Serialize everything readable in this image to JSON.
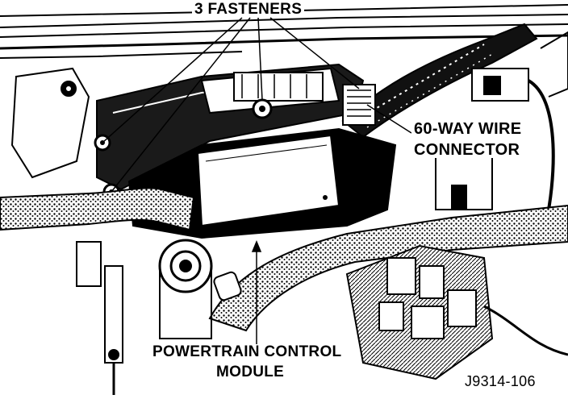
{
  "labels": {
    "fasteners": "3 FASTENERS",
    "connector_line1": "60-WAY WIRE",
    "connector_line2": "CONNECTOR",
    "pcm_line1": "POWERTRAIN CONTROL",
    "pcm_line2": "MODULE",
    "figure_id": "J9314-106"
  },
  "colors": {
    "ink": "#000000",
    "paper": "#ffffff",
    "shade": "#3a3a3a"
  }
}
